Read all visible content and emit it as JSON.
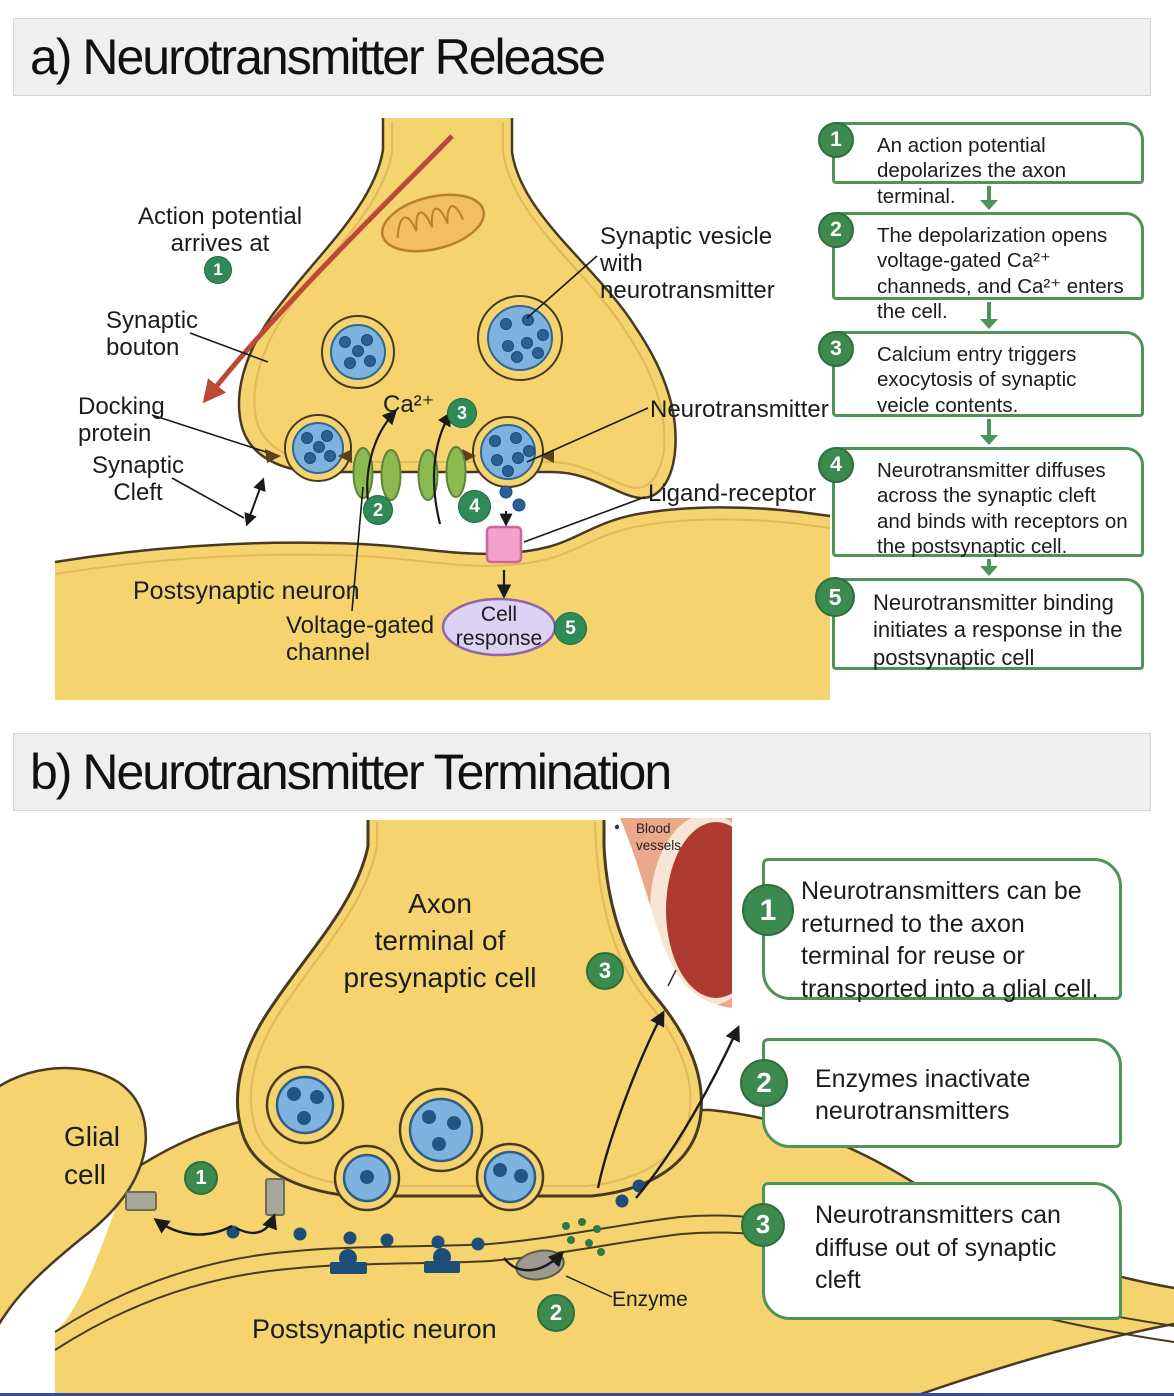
{
  "colors": {
    "cell_yellow": "#F5D470",
    "outline_brown": "#473A20",
    "vesicle_blue": "#7FB3DF",
    "neurotransmitter_navy": "#1D4E79",
    "channel_green": "#8CBA50",
    "badge_green": "#3D8A4F",
    "callout_border_green": "#4E9459",
    "receptor_pink": "#F3A0CD",
    "response_purple": "#DCD2F3",
    "action_arrow_red": "#BC4937",
    "blood_vessel_red": "#AF3A30",
    "blood_vessel_salmon": "#EBA88B",
    "enzyme_gray": "#9B9B91"
  },
  "section_a": {
    "title": "a) Neurotransmitter Release",
    "labels": {
      "action_potential": "Action potential\narrives at",
      "synaptic_bouton": "Synaptic\nbouton",
      "docking_protein": "Docking\nprotein",
      "synaptic_cleft": "Synaptic\nCleft",
      "postsynaptic_neuron": "Postsynaptic neuron",
      "voltage_gated_channel": "Voltage-gated\nchannel",
      "synaptic_vesicle": "Synaptic vesicle with\nneurotransmitter",
      "neurotransmitter": "Neurotransmitter",
      "ligand_receptor": "Ligand-receptor",
      "ca_ion": "Ca²⁺",
      "cell_response": "Cell\nresponse"
    },
    "steps": [
      {
        "num": "1",
        "text": "An action potential depolarizes the axon terminal."
      },
      {
        "num": "2",
        "text": "The depolarization opens voltage-gated Ca²⁺ channeds, and Ca²⁺ enters the cell."
      },
      {
        "num": "3",
        "text": "Calcium entry triggers exocytosis of synaptic veicle contents."
      },
      {
        "num": "4",
        "text": "Neurotransmitter diffuses across the synaptic cleft and binds with receptors on the postsynaptic cell."
      },
      {
        "num": "5",
        "text": "Neurotransmitter binding initiates a response in the postsynaptic cell"
      }
    ]
  },
  "section_b": {
    "title": "b) Neurotransmitter Termination",
    "labels": {
      "axon_terminal": "Axon\nterminal of\npresynaptic cell",
      "glial_cell": "Glial\ncell",
      "blood_vessels": "Blood\nvessels",
      "enzyme": "Enzyme",
      "postsynaptic_neuron": "Postsynaptic neuron"
    },
    "steps": [
      {
        "num": "1",
        "text": "Neurotransmitters can be returned to the axon terminal for reuse or transported into a glial cell."
      },
      {
        "num": "2",
        "text": "Enzymes inactivate neurotransmitters"
      },
      {
        "num": "3",
        "text": "Neurotransmitters can diffuse out of synaptic cleft"
      }
    ]
  }
}
